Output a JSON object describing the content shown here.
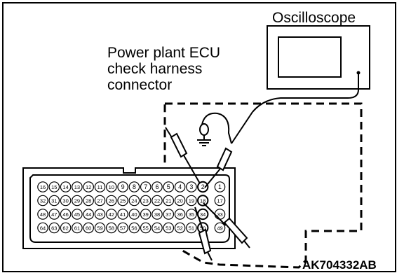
{
  "labels": {
    "oscilloscope": "Oscilloscope",
    "ecu_line1": "Power plant ECU",
    "ecu_line2": "check harness",
    "ecu_line3": "connector",
    "ref_code": "AK704332AB"
  },
  "connector": {
    "rows": [
      [
        "16",
        "15",
        "14",
        "13",
        "12",
        "11",
        "10",
        "9",
        "8",
        "7",
        "6",
        "5",
        "4",
        "3",
        "2",
        "1"
      ],
      [
        "32",
        "31",
        "30",
        "29",
        "28",
        "27",
        "26",
        "25",
        "24",
        "23",
        "22",
        "21",
        "20",
        "19",
        "18",
        "17"
      ],
      [
        "48",
        "47",
        "46",
        "45",
        "44",
        "43",
        "42",
        "41",
        "40",
        "39",
        "38",
        "37",
        "36",
        "35",
        "34",
        "33"
      ],
      [
        "64",
        "63",
        "62",
        "61",
        "60",
        "59",
        "58",
        "57",
        "56",
        "55",
        "54",
        "53",
        "52",
        "51",
        "50",
        "49"
      ]
    ],
    "probed_pins": [
      "2",
      "18",
      "34",
      "50"
    ]
  },
  "icons": [
    "oscilloscope-icon",
    "ground-symbol-icon",
    "test-probe-icon"
  ]
}
